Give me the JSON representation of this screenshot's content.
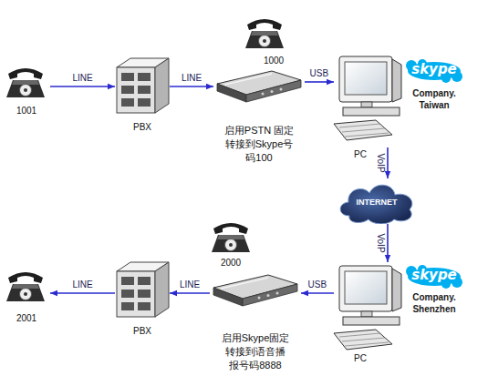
{
  "diagram": {
    "nodes": [
      {
        "text": [
          "1001"
        ]
      },
      {
        "text": [
          "PBX"
        ]
      },
      {
        "text": [
          "启用PSTN 固定 转接到Skype号 码100"
        ]
      },
      {
        "text": [
          "1000"
        ]
      },
      {
        "text": [
          "Company. Taiwan",
          "PC"
        ]
      },
      {
        "text": [
          "INTERNET"
        ]
      },
      {
        "text": [
          "Company. Shenzhen",
          "PC"
        ]
      },
      {
        "text": [
          "启用Skype固定 转接到语音播 报号码8888"
        ]
      },
      {
        "text": [
          "2000"
        ]
      },
      {
        "text": [
          "PBX"
        ]
      },
      {
        "text": [
          "2001"
        ]
      }
    ],
    "edges": [
      {
        "from": 0,
        "to": 1,
        "arrow": "to",
        "label": "LINE"
      },
      {
        "from": 1,
        "to": 2,
        "arrow": "to",
        "label": "LINE"
      },
      {
        "from": 2,
        "to": 4,
        "arrow": "to",
        "label": "USB"
      },
      {
        "from": 4,
        "to": 5,
        "arrow": "to",
        "label": "VoIP"
      },
      {
        "from": 5,
        "to": 6,
        "arrow": "to",
        "label": "VoIP"
      },
      {
        "from": 6,
        "to": 7,
        "arrow": "to",
        "label": "USB"
      },
      {
        "from": 7,
        "to": 9,
        "arrow": "to",
        "label": "LINE"
      },
      {
        "from": 9,
        "to": 10,
        "arrow": "to",
        "label": "LINE"
      }
    ],
    "labels": [
      "skype",
      "skype"
    ]
  }
}
